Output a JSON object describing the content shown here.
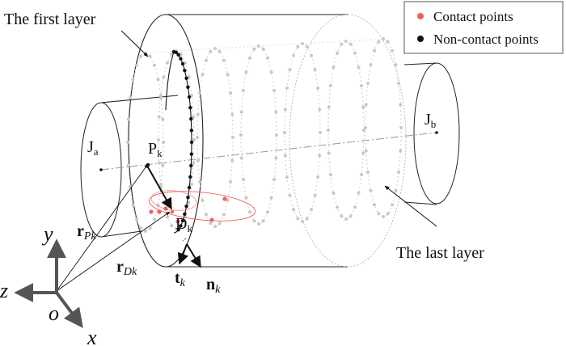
{
  "labels": {
    "first_layer": "The first layer",
    "last_layer": "The last layer",
    "Ja_main": "J",
    "Ja_sub": "a",
    "Jb_main": "J",
    "Jb_sub": "b",
    "Pk_main": "P",
    "Pk_sub": "k",
    "Dk_main": "D",
    "Dk_sub": "k",
    "rPk_main": "r",
    "rPk_sub": "Pk",
    "rDk_main": "r",
    "rDk_sub": "Dk",
    "tk_main": "t",
    "tk_sub": "k",
    "nk_main": "n",
    "nk_sub": "k",
    "axis_y": "y",
    "axis_z": "z",
    "axis_x": "x",
    "origin": "o"
  },
  "legend": {
    "contact": "Contact points",
    "noncontact": "Non-contact points"
  },
  "colors": {
    "contact": "#f06060",
    "noncontact": "#111111",
    "ghost": "#c8c8c8",
    "line": "#222222"
  }
}
